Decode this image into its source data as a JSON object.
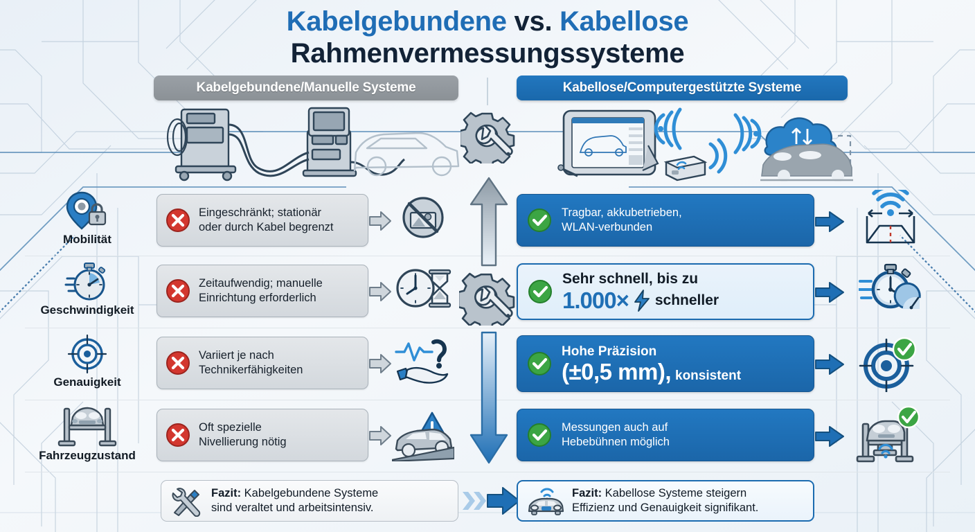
{
  "title": {
    "line1_a": "Kabelgebundene",
    "line1_b": " vs. ",
    "line1_c": "Kabellose",
    "line2": "Rahmenvermessungssysteme"
  },
  "headers": {
    "left": "Kabelgebundene/Manuelle Systeme",
    "right": "Kabellose/Computergestützte Systeme"
  },
  "rows": [
    {
      "category": "Mobilität",
      "category_icon": "location-pin-lock-icon",
      "left_text_line1": "Eingeschränkt; stationär",
      "left_text_line2": "oder durch Kabel begrenzt",
      "left_icon": "no-mobility-icon",
      "right_text_line1": "Tragbar, akkubetrieben,",
      "right_text_line2": "WLAN-verbunden",
      "right_icon": "wireless-measurement-icon",
      "right_style": "solid"
    },
    {
      "category": "Geschwindigkeit",
      "category_icon": "stopwatch-icon",
      "left_text_line1": "Zeitaufwendig; manuelle",
      "left_text_line2": "Einrichtung erforderlich",
      "left_icon": "clock-hourglass-icon",
      "right_headline": "Sehr schnell, bis zu",
      "right_number": "1.000×",
      "right_suffix": "schneller",
      "right_icon": "fast-stopwatch-gauge-icon",
      "right_style": "light"
    },
    {
      "category": "Genauigkeit",
      "category_icon": "target-icon",
      "left_text_line1": "Variiert je nach",
      "left_text_line2": "Technikerfähigkeiten",
      "left_icon": "uncertain-hand-question-icon",
      "right_headline": "Hohe Präzision",
      "right_number": "(±0,5 mm),",
      "right_suffix": "konsistent",
      "right_icon": "target-check-icon",
      "right_style": "solid"
    },
    {
      "category": "Fahrzeugzustand",
      "category_icon": "car-lift-icon",
      "left_text_line1": "Oft spezielle",
      "left_text_line2": "Nivellierung nötig",
      "left_icon": "car-on-ramp-warning-icon",
      "right_text_line1": "Messungen auch auf",
      "right_text_line2": "Hebebühnen möglich",
      "right_icon": "car-lift-wireless-check-icon",
      "right_style": "solid"
    }
  ],
  "conclusions": {
    "left": {
      "icon": "tools-wrench-screwdriver-icon",
      "bold": "Fazit:",
      "line1_rest": " Kabelgebundene Systeme",
      "line2": "sind veraltet und arbeitsintensiv."
    },
    "right": {
      "icon": "connected-car-icon",
      "bold": "Fazit:",
      "line1_rest": " Kabellose Systeme steigern",
      "line2": "Effizienz und Genauigkeit signifikant."
    }
  },
  "center": {
    "gear_top_icon": "gear-wrench-icon",
    "gear_mid_icon": "gear-wrench-icon",
    "arrow_up_icon": "arrow-up-icon",
    "arrow_down_icon": "arrow-down-icon",
    "bottom_arrow_icon": "arrow-right-icon"
  },
  "colors": {
    "brand_blue": "#1f6db5",
    "dark_blue": "#1b66a9",
    "gray_header": "#8b9196",
    "red_x": "#d13b34",
    "green_check": "#3aa03f",
    "text_dark": "#121b24",
    "bg": "#f2f6fa"
  },
  "markers": {
    "cross_icon": "red-x-circle-icon",
    "check_icon": "green-check-circle-icon"
  }
}
